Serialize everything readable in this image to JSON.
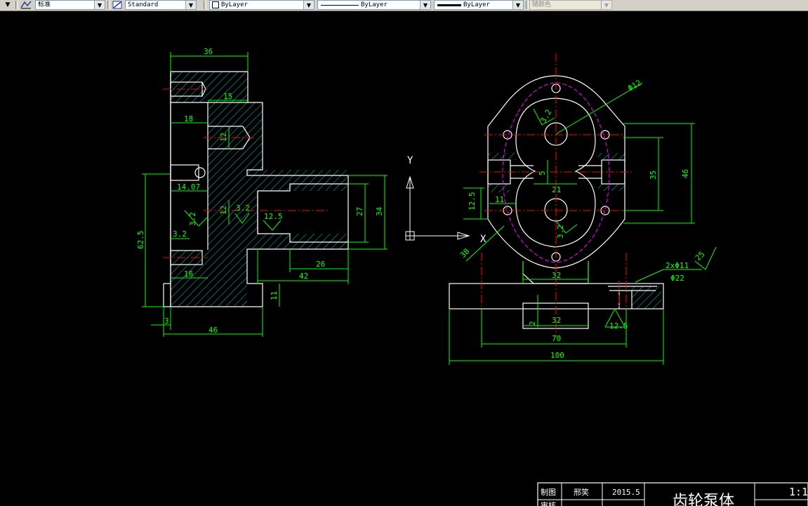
{
  "toolbar": {
    "text_style": "标准",
    "dim_style": "Standard",
    "layer_color": "ByLayer",
    "linetype": "ByLayer",
    "lineweight": "ByLayer",
    "plot_style": "随颜色",
    "dropdown_arrow": "▼"
  },
  "left_view": {
    "dims": {
      "d36": "36",
      "d15": "15",
      "d18": "18",
      "d12a": "12",
      "d14": "14.07",
      "d12b": "12",
      "d32a": "3.2",
      "d125a": "12.5",
      "d27": "27",
      "d34": "34",
      "d32b": "3.2",
      "d32c": "3.2",
      "d625": "62.5",
      "d16": "16",
      "d26": "26",
      "d42": "42",
      "d11": "11",
      "d3": "3",
      "d46": "46"
    }
  },
  "right_view": {
    "dims": {
      "dia12": "Φ12",
      "r32a": "3.2",
      "d35": "35",
      "d46": "46",
      "d5": "5",
      "d21": "21",
      "d125": "12.5",
      "d11": "11",
      "r32b": "3.2",
      "d38": "38",
      "d32a": "32",
      "holes": "2xΦ11",
      "dia22": "Φ22",
      "d25": "25",
      "d32b": "32",
      "r125": "12.5",
      "d2": "2",
      "d70": "70",
      "d100": "100"
    }
  },
  "ucs": {
    "y": "Y",
    "x": "X"
  },
  "title_block": {
    "drawn_label": "制图",
    "drawn_name": "邢笑",
    "date": "2015.5",
    "part_name": "齿轮泵体",
    "scale": "1:1",
    "check_label": "审核"
  }
}
